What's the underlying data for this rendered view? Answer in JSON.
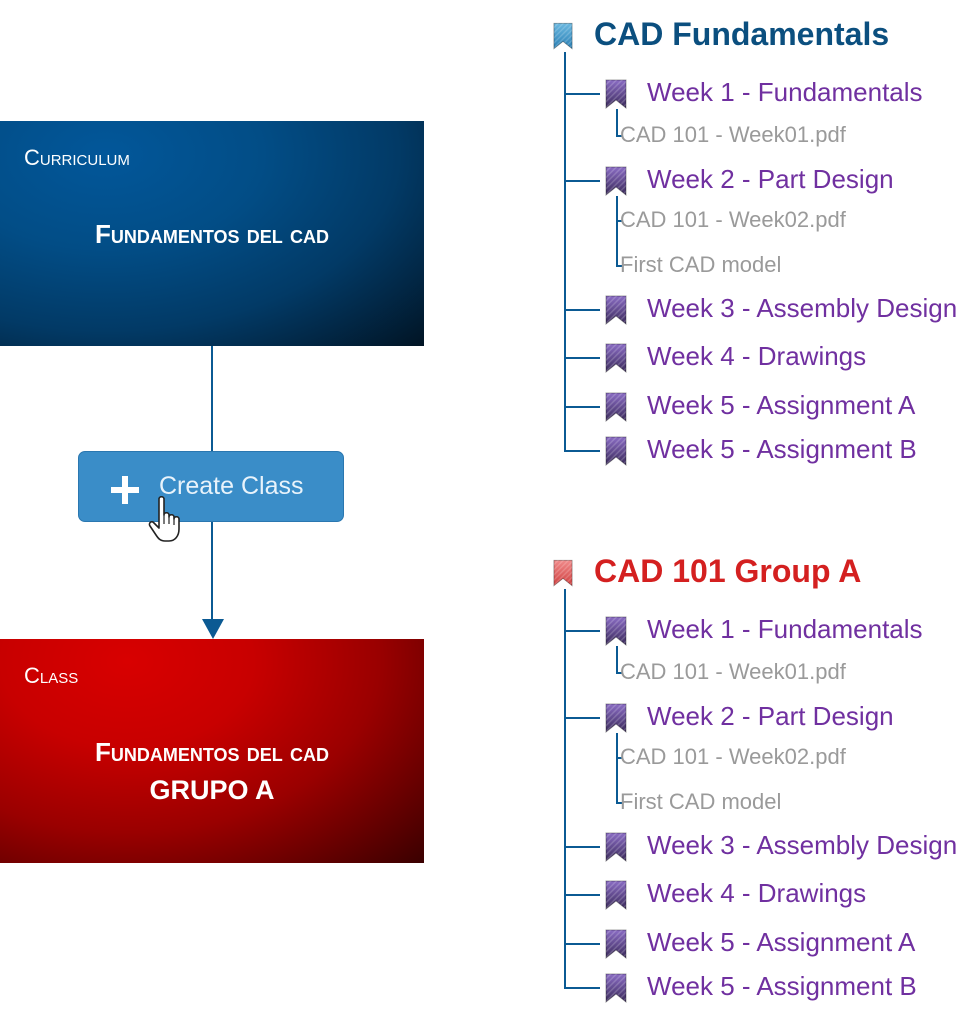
{
  "colors": {
    "curriculum_blue": "#024d86",
    "class_red": "#c80000",
    "connector": "#0b5a93",
    "button_blue": "#3a8dc8",
    "week_purple": "#7030a0",
    "leaf_gray": "#9a9a9a",
    "title_blue": "#0b4f7f",
    "title_red": "#d42020"
  },
  "curriculum_box": {
    "label": "Curriculum",
    "title": "Fundamentos del cad"
  },
  "create_button": {
    "icon": "plus-icon",
    "label": "Create Class",
    "cursor": "hand-pointer-icon"
  },
  "class_box": {
    "label": "Class",
    "title_line1": "Fundamentos del cad",
    "title_line2": "GRUPO A"
  },
  "trees": [
    {
      "title": "CAD Fundamentals",
      "icon": "bookmark-blue-icon",
      "items": [
        {
          "label": "Week 1 - Fundamentals",
          "children": [
            "CAD 101 - Week01.pdf"
          ]
        },
        {
          "label": "Week 2 - Part Design",
          "children": [
            "CAD 101 - Week02.pdf",
            "First CAD model"
          ]
        },
        {
          "label": "Week 3 - Assembly Design",
          "children": []
        },
        {
          "label": "Week 4 - Drawings",
          "children": []
        },
        {
          "label": "Week 5 - Assignment A",
          "children": []
        },
        {
          "label": "Week 5 - Assignment B",
          "children": []
        }
      ]
    },
    {
      "title": "CAD 101 Group A",
      "icon": "bookmark-red-icon",
      "items": [
        {
          "label": "Week 1 - Fundamentals",
          "children": [
            "CAD 101 - Week01.pdf"
          ]
        },
        {
          "label": "Week 2 - Part Design",
          "children": [
            "CAD 101 - Week02.pdf",
            "First CAD model"
          ]
        },
        {
          "label": "Week 3 - Assembly Design",
          "children": []
        },
        {
          "label": "Week 4 - Drawings",
          "children": []
        },
        {
          "label": "Week 5 - Assignment A",
          "children": []
        },
        {
          "label": "Week 5 - Assignment B",
          "children": []
        }
      ]
    }
  ]
}
